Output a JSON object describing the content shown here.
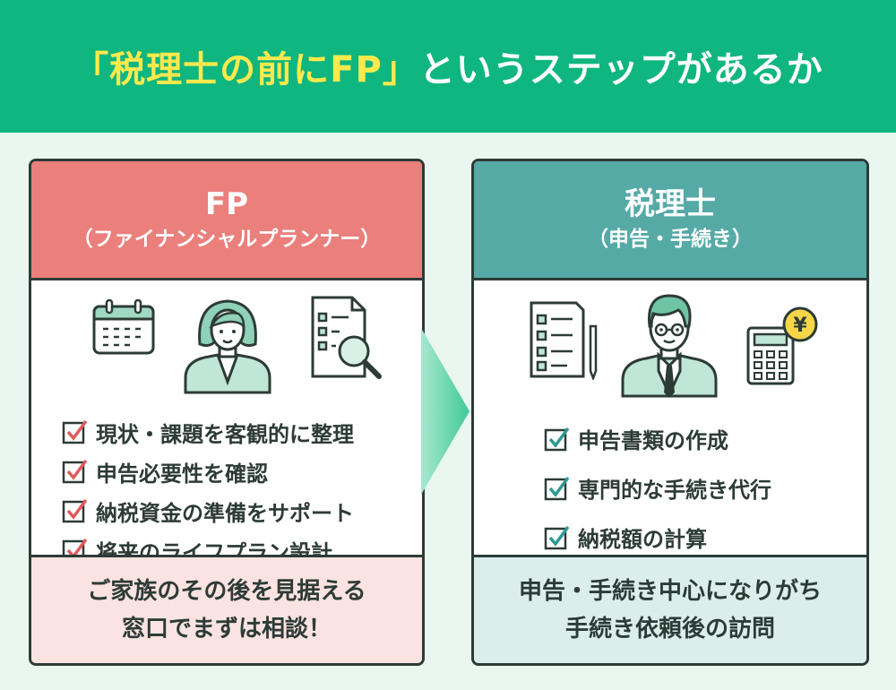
{
  "header": {
    "title_highlight": "「税理士の前にFP」",
    "title_rest": "というステップがあるか"
  },
  "left_card": {
    "title": "FP",
    "subtitle": "（ファイナンシャルプランナー）",
    "items": [
      "現状・課題を客観的に整理",
      "申告必要性を確認",
      "納税資金の準備をサポート",
      "将来のライフプラン設計"
    ],
    "footer_line1": "ご家族のその後を見据える",
    "footer_line2": "窓口でまずは相談！"
  },
  "right_card": {
    "title": "税理士",
    "subtitle": "（申告・手続き）",
    "items": [
      "申告書類の作成",
      "専門的な手続き代行",
      "納税額の計算"
    ],
    "footer_line1": "申告・手続き中心になりがち",
    "footer_line2": "手続き依頼後の訪問"
  },
  "icons": {
    "left": [
      "calendar-icon",
      "female-advisor-icon",
      "document-magnifier-icon"
    ],
    "right": [
      "checklist-document-icon",
      "male-accountant-icon",
      "calculator-yen-icon"
    ],
    "yen_symbol": "¥"
  },
  "colors": {
    "header_bg": "#0fb67f",
    "highlight": "#ffe94d",
    "fp_head": "#ea7f7c",
    "tax_head": "#55aaa6",
    "fp_foot": "#fbe3e2",
    "tax_foot": "#dbeeec",
    "check_red": "#e2585a",
    "check_teal": "#2b9a95",
    "arrow": "#3fc99a"
  }
}
